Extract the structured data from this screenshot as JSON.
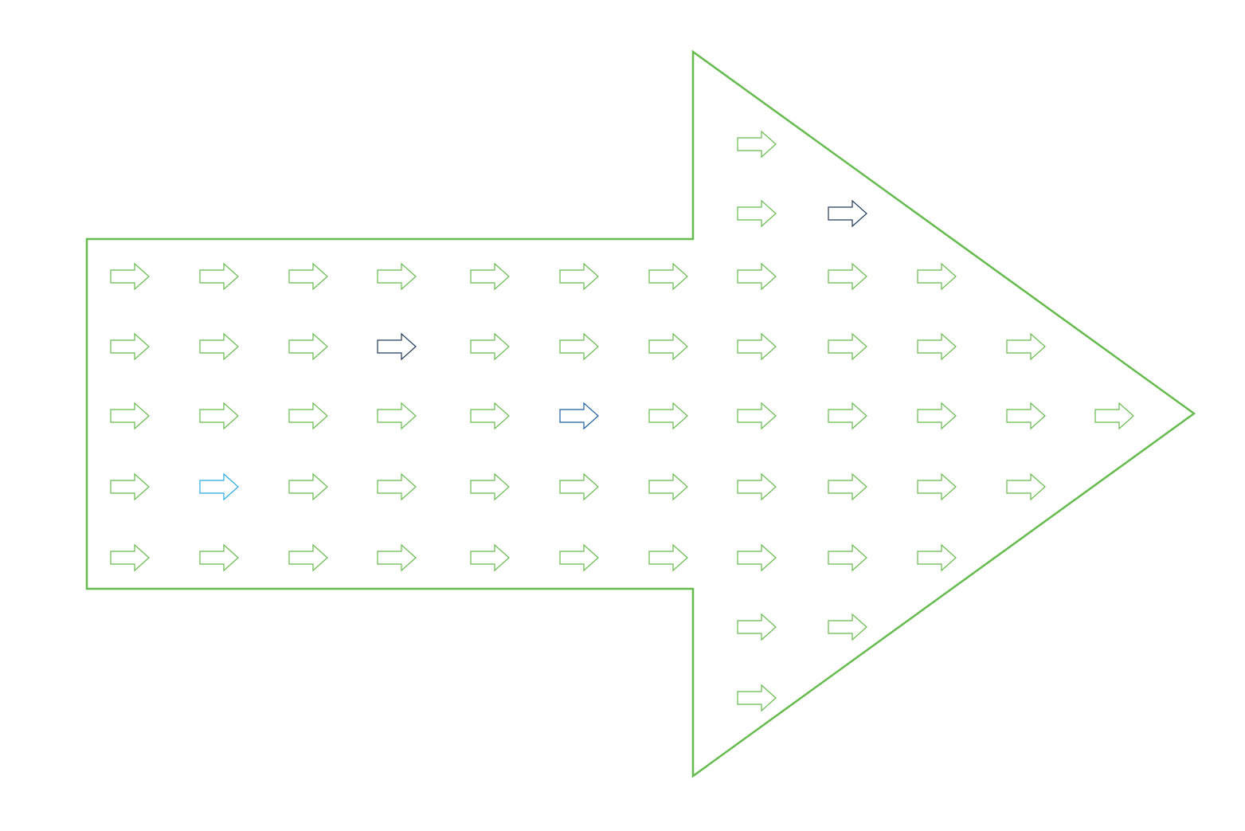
{
  "colors": {
    "background": "#ffffff",
    "outline": "#66bb4e",
    "arrow_default": "#66bb4e",
    "arrow_navy": "#1f3a5a",
    "arrow_blue": "#1d5fa0",
    "arrow_cyan": "#29abe2"
  },
  "big_arrow": {
    "icon": "large-right-arrow-outline"
  },
  "arrow_grid": {
    "icon": "small-right-arrow-outline",
    "rows": [
      {
        "count": 1,
        "highlights": []
      },
      {
        "count": 2,
        "highlights": [
          {
            "index": 1,
            "color": "navy"
          }
        ]
      },
      {
        "count": 10,
        "highlights": []
      },
      {
        "count": 11,
        "highlights": [
          {
            "index": 3,
            "color": "navy"
          }
        ]
      },
      {
        "count": 12,
        "highlights": [
          {
            "index": 5,
            "color": "blue"
          }
        ]
      },
      {
        "count": 11,
        "highlights": [
          {
            "index": 1,
            "color": "cyan"
          }
        ]
      },
      {
        "count": 10,
        "highlights": []
      },
      {
        "count": 2,
        "highlights": []
      },
      {
        "count": 1,
        "highlights": []
      }
    ]
  }
}
